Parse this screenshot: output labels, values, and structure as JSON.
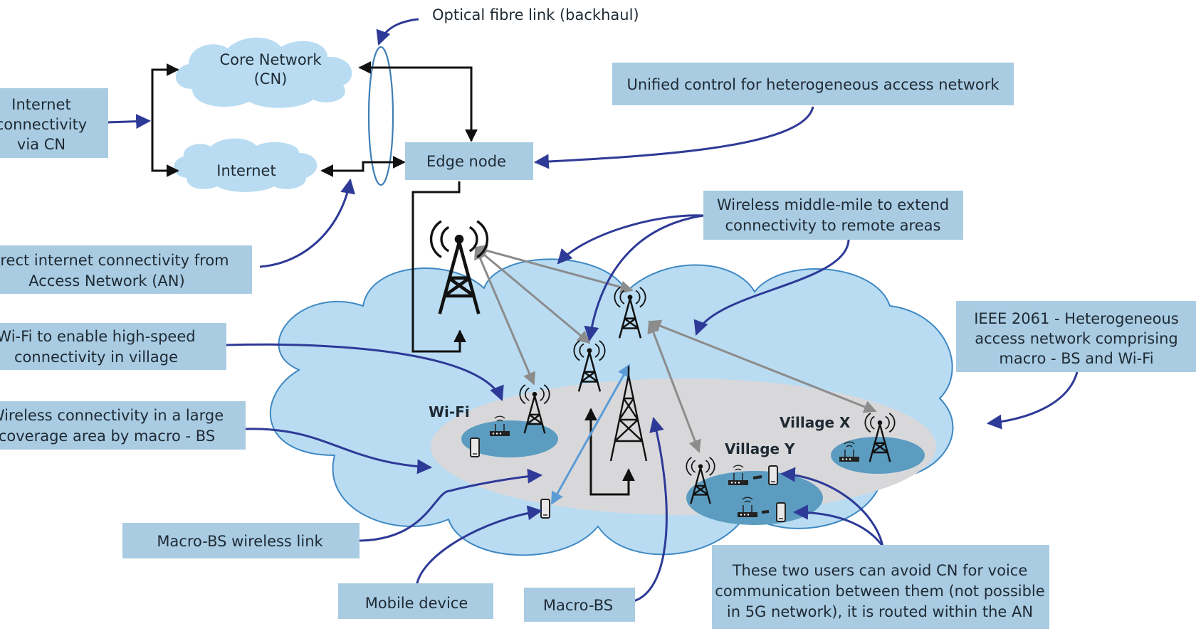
{
  "colors": {
    "label_box": "#a9cce3",
    "cloud": "#b9dcf2",
    "cloud_outline": "#3f88c3",
    "inner_area": "#d8d8db",
    "village_disk": "#5b9cc0",
    "arrow_blue": "#2e3a97",
    "arrow_black": "#111111",
    "arrow_gray": "#8c8c8c",
    "arrow_lightblue": "#5b9bd5"
  },
  "top": {
    "optical_fibre": "Optical fibre link (backhaul)",
    "core_network_line1": "Core Network",
    "core_network_line2": "(CN)",
    "internet": "Internet",
    "edge_node": "Edge node",
    "unified_control": "Unified control for heterogeneous access network"
  },
  "left": {
    "internet_via_cn": [
      "Internet",
      "connectivity",
      "via CN"
    ],
    "direct_internet": [
      "Direct internet connectivity from",
      "Access Network  (AN)"
    ],
    "wifi_village": [
      "Wi-Fi to enable high-speed",
      "connectivity in village"
    ],
    "wireless_macro": [
      "Wireless connectivity in a large",
      "coverage area by macro - BS"
    ]
  },
  "right": {
    "middle_mile": [
      "Wireless middle-mile to extend",
      "connectivity to remote areas"
    ],
    "ieee": [
      "IEEE 2061 -  Heterogeneous",
      "access network comprising",
      "macro - BS and Wi-Fi"
    ]
  },
  "bottom": {
    "macro_bs_link": "Macro-BS wireless link",
    "mobile_device": "Mobile device",
    "macro_bs": "Macro-BS",
    "two_users": [
      "These two users can avoid CN for voice",
      "communication between them (not possible",
      "in 5G network), it is routed within the AN"
    ]
  },
  "cloud_labels": {
    "wifi": "Wi-Fi",
    "village_x": "Village X",
    "village_y": "Village Y"
  },
  "icons": {
    "tower": "radio-tower-icon",
    "macro": "lattice-tower-icon",
    "router": "wifi-router-icon",
    "phone": "mobile-phone-icon"
  }
}
